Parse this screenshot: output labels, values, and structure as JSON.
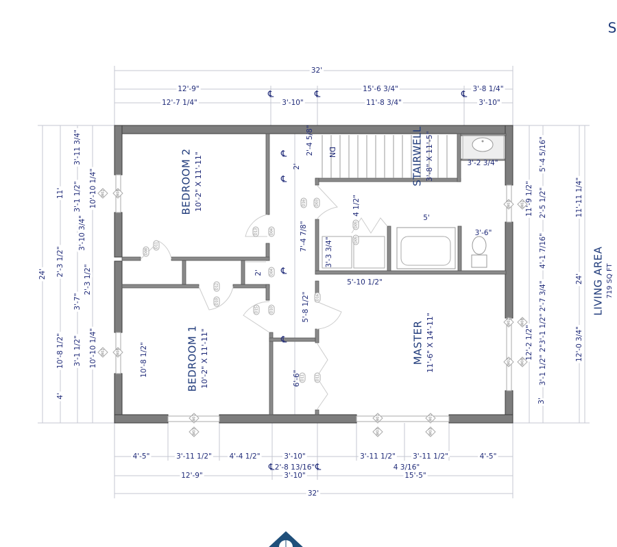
{
  "corner_letter": "S",
  "rooms": {
    "bedroom2": {
      "name": "BEDROOM 2",
      "size": "10'-2\" X 11'-11\""
    },
    "bedroom1": {
      "name": "BEDROOM 1",
      "size": "10'-2\" X 11'-11\""
    },
    "master": {
      "name": "MASTER",
      "size": "11'-6\" X 14'-11\""
    },
    "stairwell": {
      "name": "STAIRWELL",
      "size": "3'-8\" X 11'-5\""
    },
    "stair_direction": "DN"
  },
  "living_area": {
    "label": "LIVING AREA",
    "value": "719 SQ FT"
  },
  "centerline_symbol": "℄",
  "dims_top": [
    "32'",
    "12'-9\"",
    "15'-6 3/4\"",
    "3'-8 1/4\"",
    "12'-7 1/4\"",
    "3'-10\"",
    "11'-8 3/4\"",
    "3'-10\""
  ],
  "dims_bottom": [
    "4'-5\"",
    "3'-11 1/2\"",
    "4'-4 1/2\"",
    "3'-10\"",
    "3'-11 1/2\"",
    "3'-11 1/2\"",
    "4'-5\"",
    "2'-8 13/16\"",
    "4 3/16\"",
    "12'-9\"",
    "3'-10\"",
    "15'-5\"",
    "32'"
  ],
  "dims_left": [
    "24'",
    "11'",
    "2'-3 1/2\"",
    "10'-8 1/2\"",
    "4'",
    "3'-11 3/4\"",
    "3'-1 1/2\"",
    "3'-10 3/4\"",
    "3'-7\"",
    "3'-1 1/2\"",
    "10'-10 1/4\"",
    "2'-3 1/2\"",
    "10'-10 1/4\""
  ],
  "dims_right": [
    "11'-9 1/2\"",
    "12'-2 1/2\"",
    "3'",
    "5'-4 5/16\"",
    "2'-5 1/2\"",
    "4'-1 7/16\"",
    "2'-7 3/4\"",
    "3'-1 1/2\"",
    "2\"",
    "3'-1 1/2\"",
    "11'-11 1/4\"",
    "24'",
    "12'-0 3/4\""
  ],
  "dims_interior": [
    "2'-4 5/8\"",
    "2'",
    "7'-4 7/8\"",
    "4 1/2\"",
    "5'",
    "3'-2 3/4\"",
    "3'-6\"",
    "3'-3 3/4\"",
    "5'-10 1/2\"",
    "5'-8 1/2\"",
    "6'-6\"",
    "2'",
    "10'-8 1/2\""
  ],
  "door_tags": [
    "D11",
    "D08",
    "D13",
    "D04",
    "D12",
    "D10",
    "D15",
    "D10",
    "D04",
    "D16",
    "D03",
    "D05",
    "D05",
    "D16",
    "D11",
    "D11"
  ],
  "window_tags": [
    "W02",
    "W08",
    "W02",
    "W08",
    "W03",
    "W02",
    "W02",
    "W08",
    "W02",
    "W08",
    "W01",
    "W03",
    "W01",
    "W03",
    "W01",
    "W03"
  ],
  "colors": {
    "text": "#1f2a78",
    "wall": "#7d7d7d",
    "compass": "#1f4f7a"
  }
}
